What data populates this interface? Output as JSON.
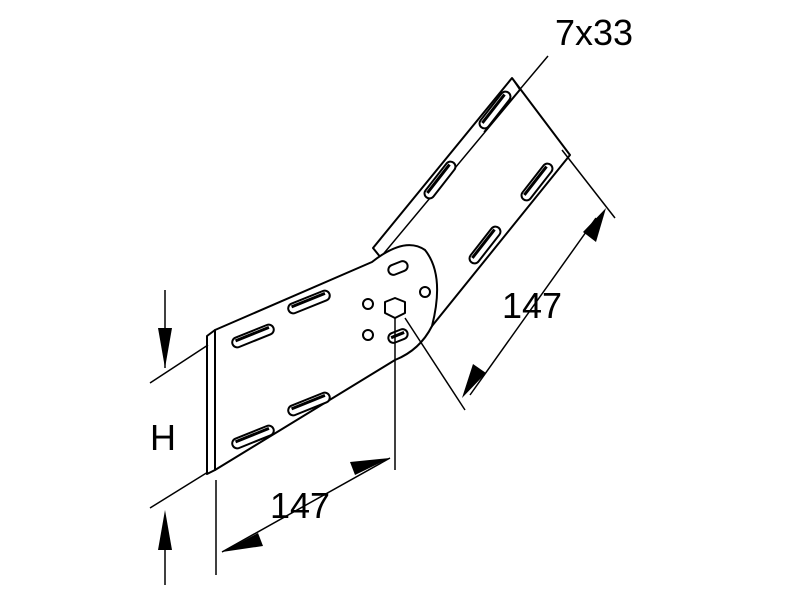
{
  "drawing": {
    "labels": {
      "slot_size": "7x33",
      "length_hinged_arm": "147",
      "length_base_arm": "147",
      "height": "H"
    },
    "colors": {
      "line": "#000000",
      "background": "#ffffff"
    }
  }
}
